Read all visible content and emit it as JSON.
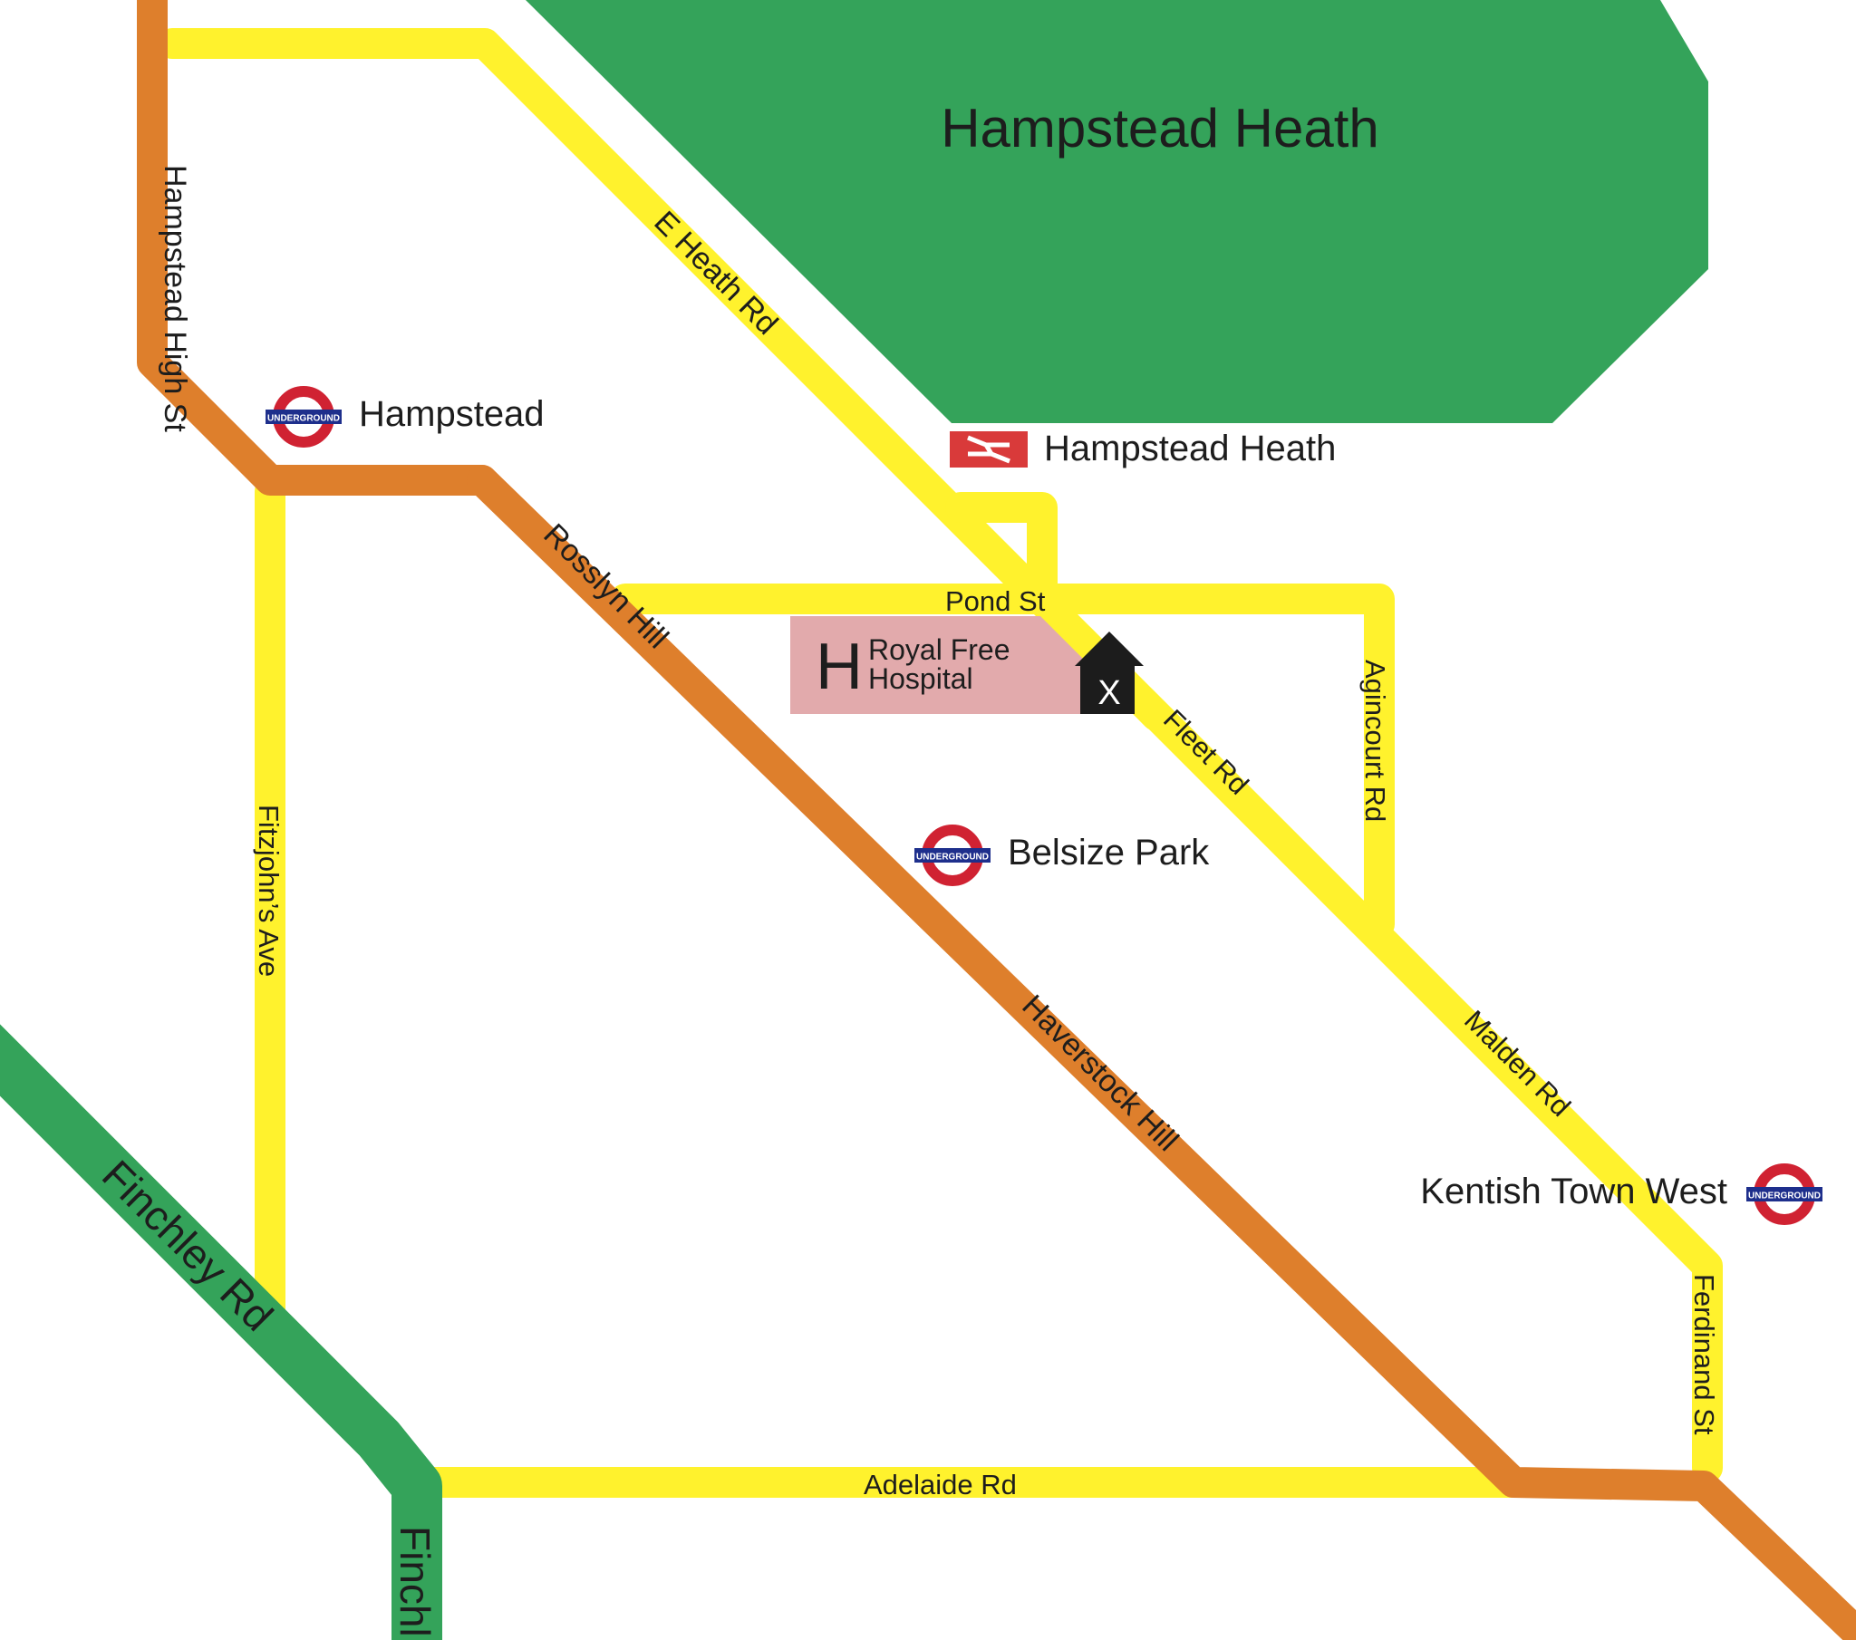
{
  "colors": {
    "major_road": "#DE7F2C",
    "minor_road": "#FFF22D",
    "a_road": "#34A35A",
    "park": "#34A35A",
    "hospital_bg": "#E2AAAC",
    "underground_red": "#D02232",
    "underground_blue": "#1E2F8C",
    "national_rail_red": "#D93A3A",
    "marker": "#1c1c1c"
  },
  "park": {
    "name": "Hampstead Heath"
  },
  "roads": {
    "hampstead_high_st": "Hampstead High St",
    "e_heath_rd": "E Heath Rd",
    "rosslyn_hill": "Rosslyn Hill",
    "haverstock_hill": "Haverstock Hill",
    "pond_st": "Pond St",
    "fleet_rd": "Fleet Rd",
    "agincourt_rd": "Agincourt Rd",
    "fitzjohns_ave": "Fitzjohn’s Ave",
    "malden_rd": "Malden Rd",
    "ferdinand_st": "Ferdinand St",
    "adelaide_rd": "Adelaide Rd",
    "finchley_rd": "Finchley Rd",
    "finchley_rd_partial": "Finchl"
  },
  "stations": {
    "hampstead": {
      "name": "Hampstead",
      "icon": "underground-roundel-icon",
      "badge": "UNDERGROUND"
    },
    "belsize_park": {
      "name": "Belsize Park",
      "icon": "underground-roundel-icon",
      "badge": "UNDERGROUND"
    },
    "kentish_town_west": {
      "name": "Kentish Town West",
      "icon": "underground-roundel-icon",
      "badge": "UNDERGROUND"
    },
    "hampstead_heath": {
      "name": "Hampstead Heath",
      "icon": "national-rail-icon"
    }
  },
  "hospital": {
    "letter": "H",
    "name_line1": "Royal Free",
    "name_line2": "Hospital",
    "icon": "hospital-h-icon"
  },
  "marker": {
    "label": "X",
    "icon": "location-marker-icon"
  }
}
